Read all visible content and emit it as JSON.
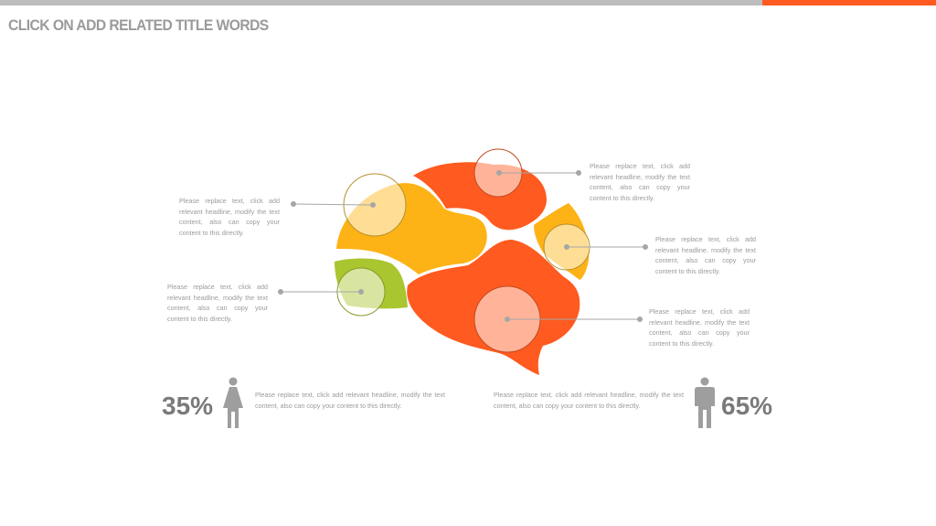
{
  "header": {
    "title": "CLICK ON ADD RELATED TITLE WORDS",
    "accent_color": "#ff5a1f",
    "bar_color": "#bdbdbd"
  },
  "diagram": {
    "colors": {
      "orange": "#ff5a1f",
      "yellow": "#fdb316",
      "green": "#a9c52f",
      "gray_text": "#9b9b9b"
    },
    "callouts": [
      {
        "id": "top-left",
        "text": "Please replace text, click add relevant headline, modify the text content, also can copy your content to this directly."
      },
      {
        "id": "mid-left",
        "text": "Please replace text, click add relevant headline, modify the text content, also can copy your content to this directly."
      },
      {
        "id": "top-right",
        "text": "Please replace text, click add relevant headline, modify the text content, also can copy your content to this directly."
      },
      {
        "id": "mid-right",
        "text": "Please replace text, click add relevant headline, modify the text content, also can copy your content to this directly."
      },
      {
        "id": "low-right",
        "text": "Please replace text, click add relevant headline, modify the text content, also can copy your content to this directly."
      }
    ]
  },
  "stats": {
    "female": {
      "value": "35%",
      "icon": "female-person-icon",
      "text": "Please replace text, click add relevant headline, modify the text content, also can copy your content to this directly."
    },
    "male": {
      "value": "65%",
      "icon": "male-person-icon",
      "text": "Please replace text, click add relevant headline, modify the text content, also can copy your content to this directly."
    }
  }
}
